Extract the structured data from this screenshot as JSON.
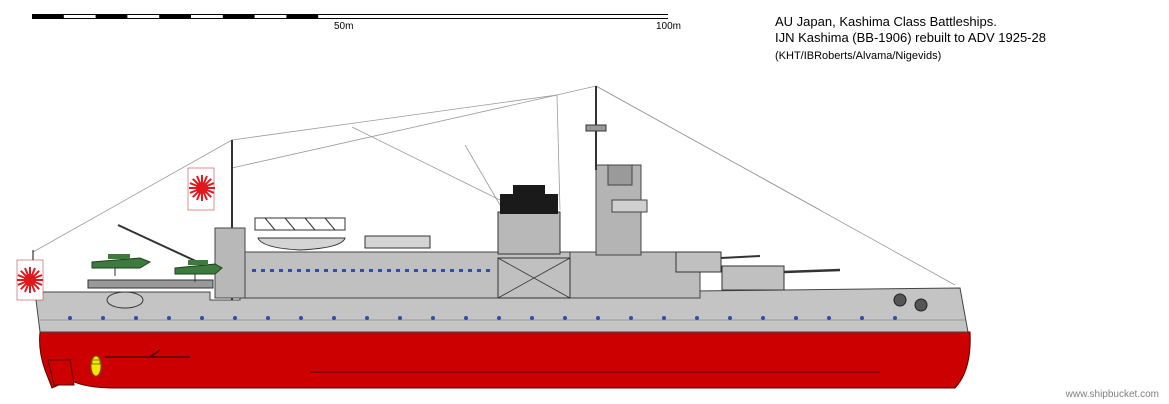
{
  "scale": {
    "label_50": "50m",
    "label_100": "100m"
  },
  "title": {
    "line1": "AU Japan, Kashima Class Battleships.",
    "line2": "IJN Kashima (BB-1906) rebuilt to ADV 1925-28",
    "credits": "(KHT/IBRoberts/Alvama/Nigevids)"
  },
  "watermark": "www.shipbucket.com",
  "colors": {
    "hull_below_waterline": "#cc0000",
    "hull_grey": "#c4c4c4",
    "superstructure_grey": "#b8b8b8",
    "funnel_cap": "#1a1a1a",
    "flag_red": "#e0191e",
    "seaplane_green": "#3d7a3d",
    "propeller": "#f2e600",
    "porthole_blue": "#2f4fa8"
  },
  "icons": {
    "flag": "rising-sun-flag-icon",
    "seaplane": "seaplane-icon",
    "propeller": "propeller-icon",
    "gun_turret": "gun-turret-icon"
  }
}
